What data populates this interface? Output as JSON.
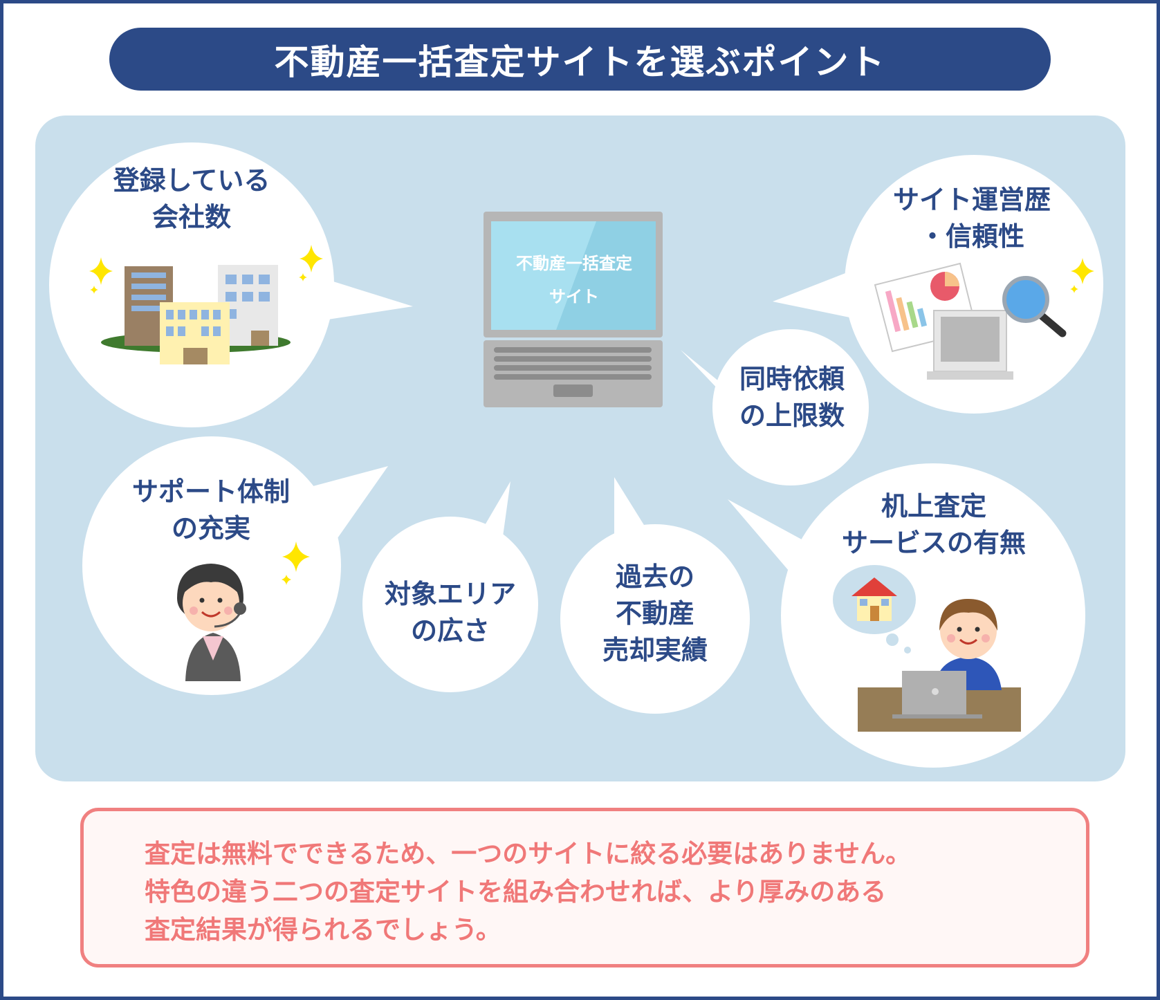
{
  "title": "不動産一括査定サイトを選ぶポイント",
  "center": {
    "screen_lines": [
      "不動産一括査定",
      "サイト"
    ]
  },
  "points": [
    {
      "lines": [
        "登録している",
        "会社数"
      ]
    },
    {
      "lines": [
        "サイト運営歴",
        "・信頼性"
      ]
    },
    {
      "lines": [
        "同時依頼",
        "の上限数"
      ]
    },
    {
      "lines": [
        "サポート体制",
        "の充実"
      ]
    },
    {
      "lines": [
        "対象エリア",
        "の広さ"
      ]
    },
    {
      "lines": [
        "過去の",
        "不動産",
        "売却実績"
      ]
    },
    {
      "lines": [
        "机上査定",
        "サービスの有無"
      ]
    }
  ],
  "note": {
    "lines": [
      "査定は無料でできるため、一つのサイトに絞る必要はありません。",
      "特色の違う二つの査定サイトを組み合わせれば、より厚みのある",
      "査定結果が得られるでしょう。"
    ]
  },
  "colors": {
    "navy": "#2c4a87",
    "panel": "#c9dfec",
    "note_border": "#f08080",
    "note_text": "#f07878",
    "sparkle": "#ffe600"
  },
  "icons": [
    "buildings-icon",
    "laptop-icon",
    "chart-document-icon",
    "magnifier-icon",
    "operator-icon",
    "house-icon",
    "person-at-laptop-icon",
    "sparkle-icon"
  ]
}
